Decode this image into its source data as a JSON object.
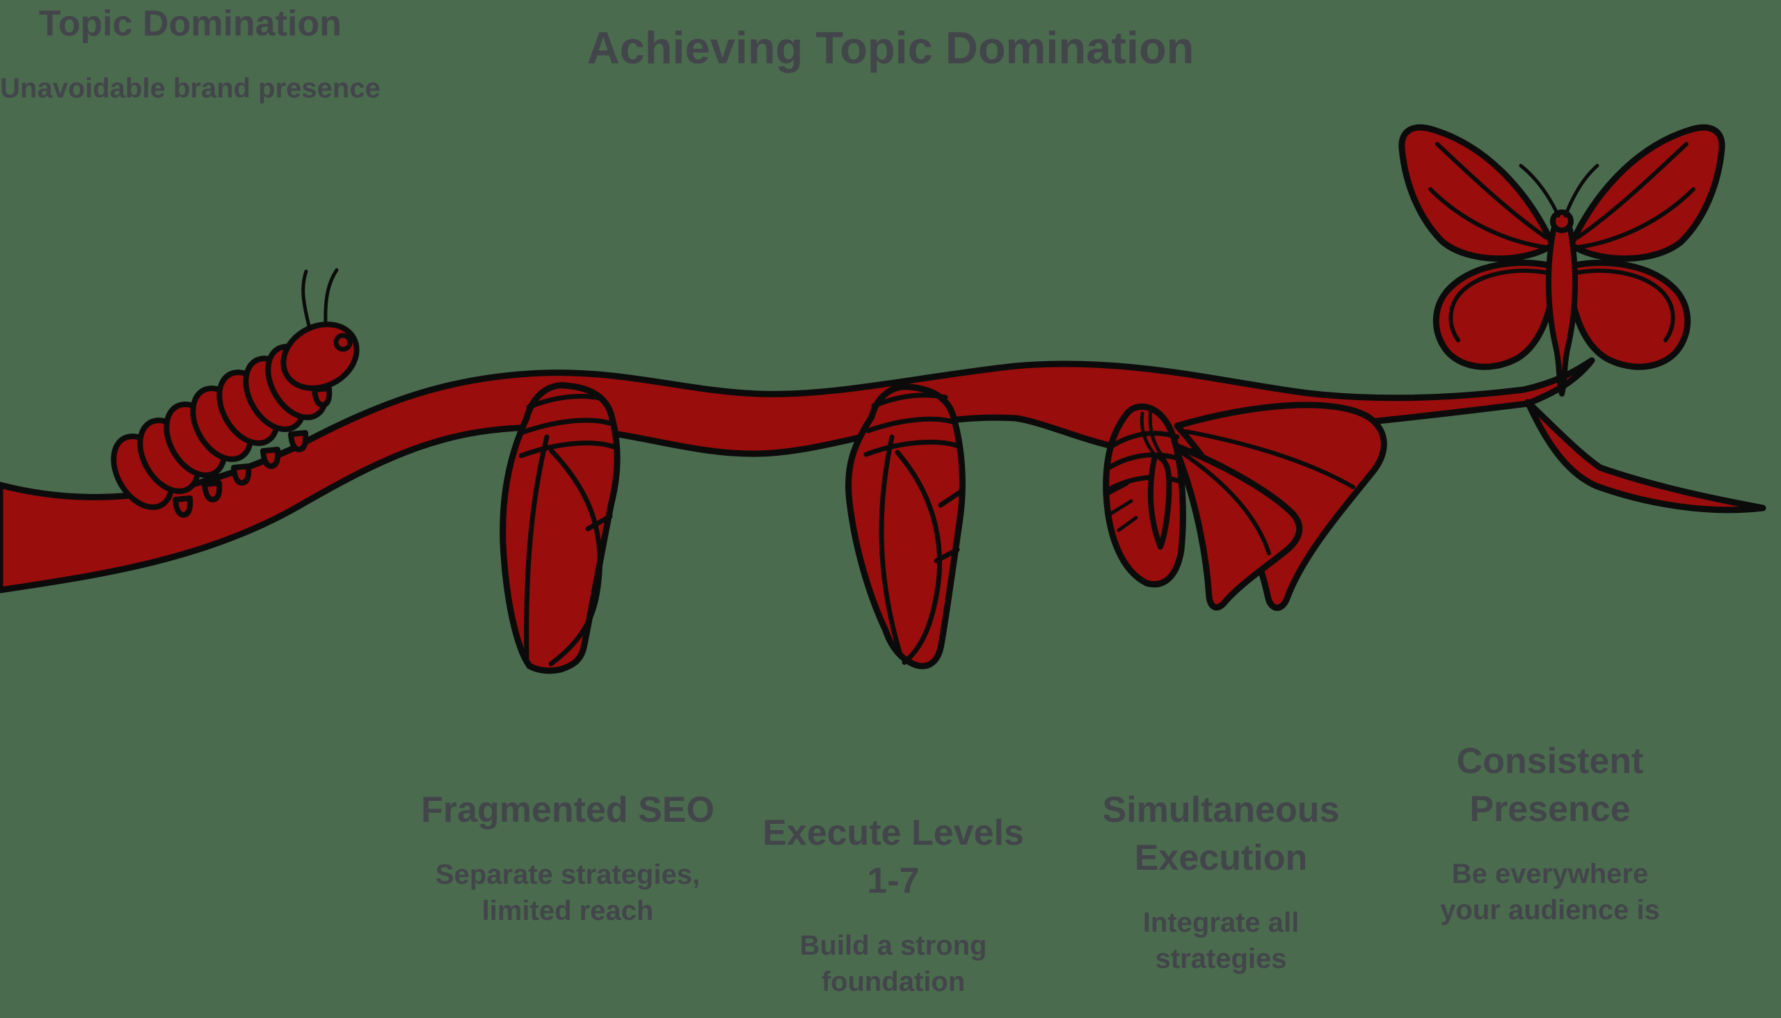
{
  "title": "Achieving Topic Domination",
  "colors": {
    "background": "#4B6B4E",
    "red": "#9A0D0D",
    "outline": "#0B0B0B",
    "text": "#42464A"
  },
  "illustration": {
    "description": "Butterfly metamorphosis on a branch, drawn in dark red with black outlines",
    "parts": [
      "caterpillar",
      "chrysalis",
      "chrysalis",
      "emerging-butterfly",
      "butterfly"
    ]
  },
  "stages": [
    {
      "heading": "Fragmented SEO",
      "subtitle": "Separate strategies, limited reach"
    },
    {
      "heading": "Execute Levels 1-7",
      "subtitle": "Build a strong foundation"
    },
    {
      "heading": "Simultaneous Execution",
      "subtitle": "Integrate all strategies"
    },
    {
      "heading": "Consistent Presence",
      "subtitle": "Be everywhere your audience is"
    },
    {
      "heading": "Topic Domination",
      "subtitle": "Unavoidable brand presence"
    }
  ]
}
